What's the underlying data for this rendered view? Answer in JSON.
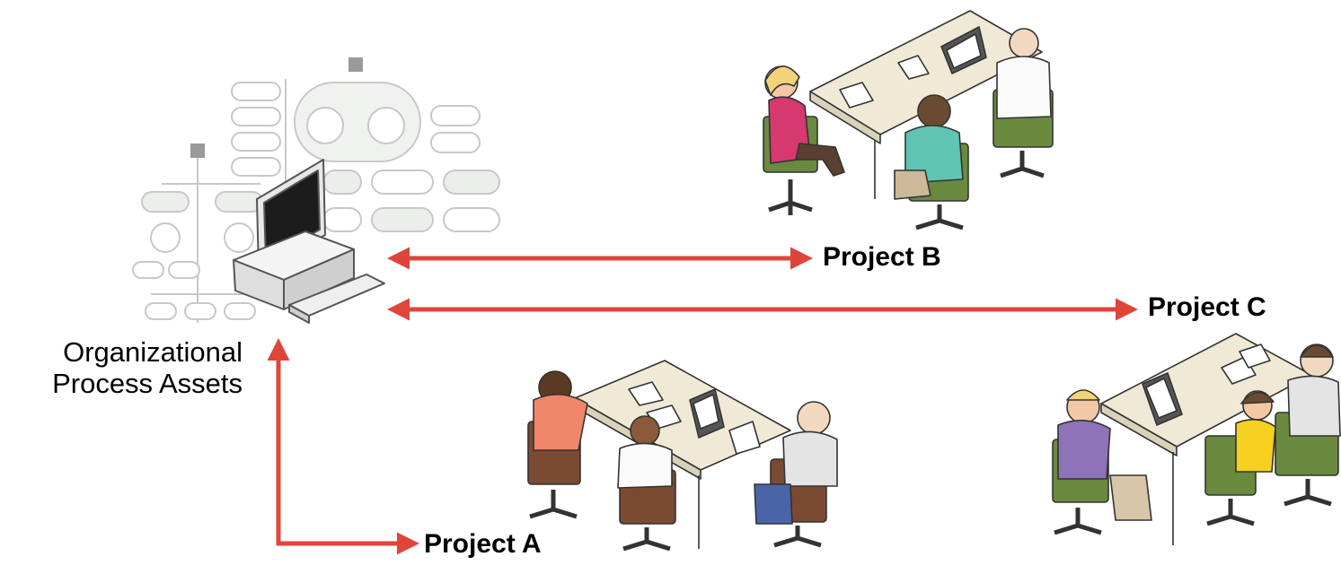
{
  "source": {
    "label_line1": "Organizational",
    "label_line2": "Process Assets",
    "icon": "computer-with-process-diagram-icon"
  },
  "projects": [
    {
      "id": "a",
      "label": "Project A",
      "icon": "team-at-table-icon"
    },
    {
      "id": "b",
      "label": "Project B",
      "icon": "team-at-table-icon"
    },
    {
      "id": "c",
      "label": "Project C",
      "icon": "team-at-table-icon"
    }
  ],
  "colors": {
    "arrow": "#e0453a",
    "diagram_stroke": "#c8c8c8",
    "table_top": "#efe9d6",
    "chair_green": "#6a8a3f",
    "chair_brown": "#7a4a33"
  }
}
